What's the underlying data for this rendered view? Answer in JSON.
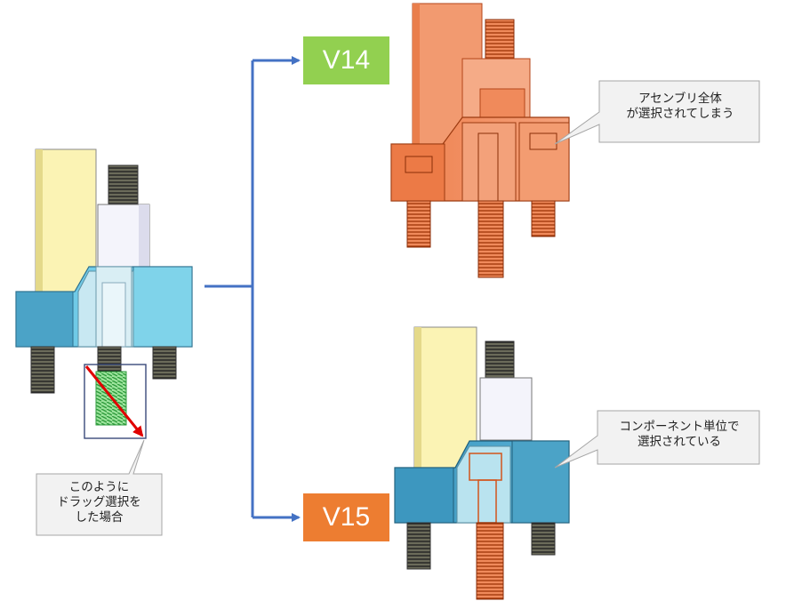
{
  "labels": {
    "v14": "V14",
    "v15": "V15",
    "drag_note": [
      "このように",
      "ドラッグ選択を",
      "した場合"
    ],
    "v14_note": [
      "アセンブリ全体",
      "が選択されてしまう"
    ],
    "v15_note": [
      "コンポーネント単位で",
      "選択されている"
    ]
  },
  "colors": {
    "v14_badge": "#92d050",
    "v15_badge": "#ed7d31",
    "arrow": "#4472c4",
    "selection_arrow": "#e00000",
    "plate_blue": "#7fd3ea",
    "plate_dark_blue": "#4ba3c7",
    "yellow_part": "#fbf3b4",
    "green_thread": "#4fbf5a",
    "selected_orange": "#f08a5b",
    "selected_dark_orange": "#d3541c",
    "callout_fill": "#f2f2f2",
    "callout_border": "#a6a6a6"
  }
}
